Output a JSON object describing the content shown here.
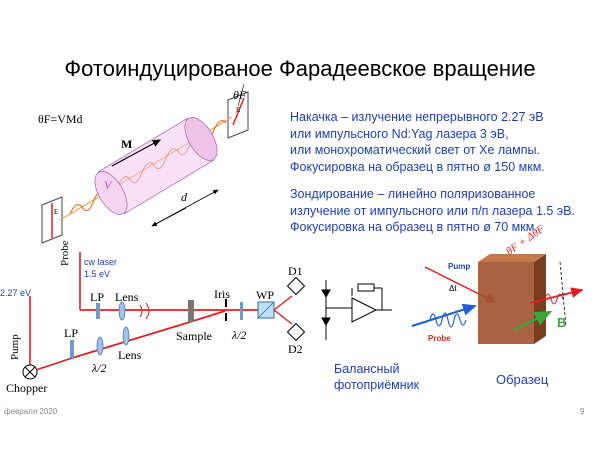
{
  "title": "Фотоиндуцированое Фарадеевское вращение",
  "formula": "θF=VMd",
  "faraday_labels": {
    "theta_f": "θF",
    "m": "M",
    "v": "V",
    "d": "d",
    "e_left": "E",
    "e_right": "E"
  },
  "pump_text": [
    "Накачка – излучение непрерывного 2.27 эВ",
    "или импульсного Nd:Yag лазера 3 эВ,",
    "или монохроматический свет от Xe лампы.",
    "Фокусировка на образец в пятно ø 150 мкм."
  ],
  "probe_text": [
    "Зондирование – линейно поляризованное",
    "излучение от импульсного или п/п лазера 1.5 эВ.",
    "Фокусировка на образец в пятно ø 70 мкм."
  ],
  "setup_labels": {
    "ev227": "2.27 eV",
    "cw_laser": "cw laser",
    "ev15": "1.5 eV",
    "probe": "Probe",
    "pump": "Pump",
    "lp_top": "LP",
    "lens_top": "Lens",
    "lp_left": "LP",
    "lens_bottom": "Lens",
    "half_wave_left": "λ/2",
    "chopper": "Chopper",
    "sample": "Sample",
    "iris": "Iris",
    "wp": "WP",
    "half_wave_right": "λ/2",
    "d1": "D1",
    "d2": "D2"
  },
  "detector_caption": [
    "Балансный",
    "фотоприёмник"
  ],
  "sample_panel": {
    "pump": "Pump",
    "probe": "Probe",
    "delta_t": "Δt",
    "angle": "θF + ΔθF",
    "b": "B",
    "caption": "Образец"
  },
  "footer": {
    "date": "февраля 2020",
    "page": "9"
  },
  "colors": {
    "accent_blue": "#1f3fb7",
    "laser_red": "#e02020",
    "probe_blue": "#1f5fd6",
    "sample_brown": "#a0522d",
    "field_green": "#3aa53a"
  }
}
